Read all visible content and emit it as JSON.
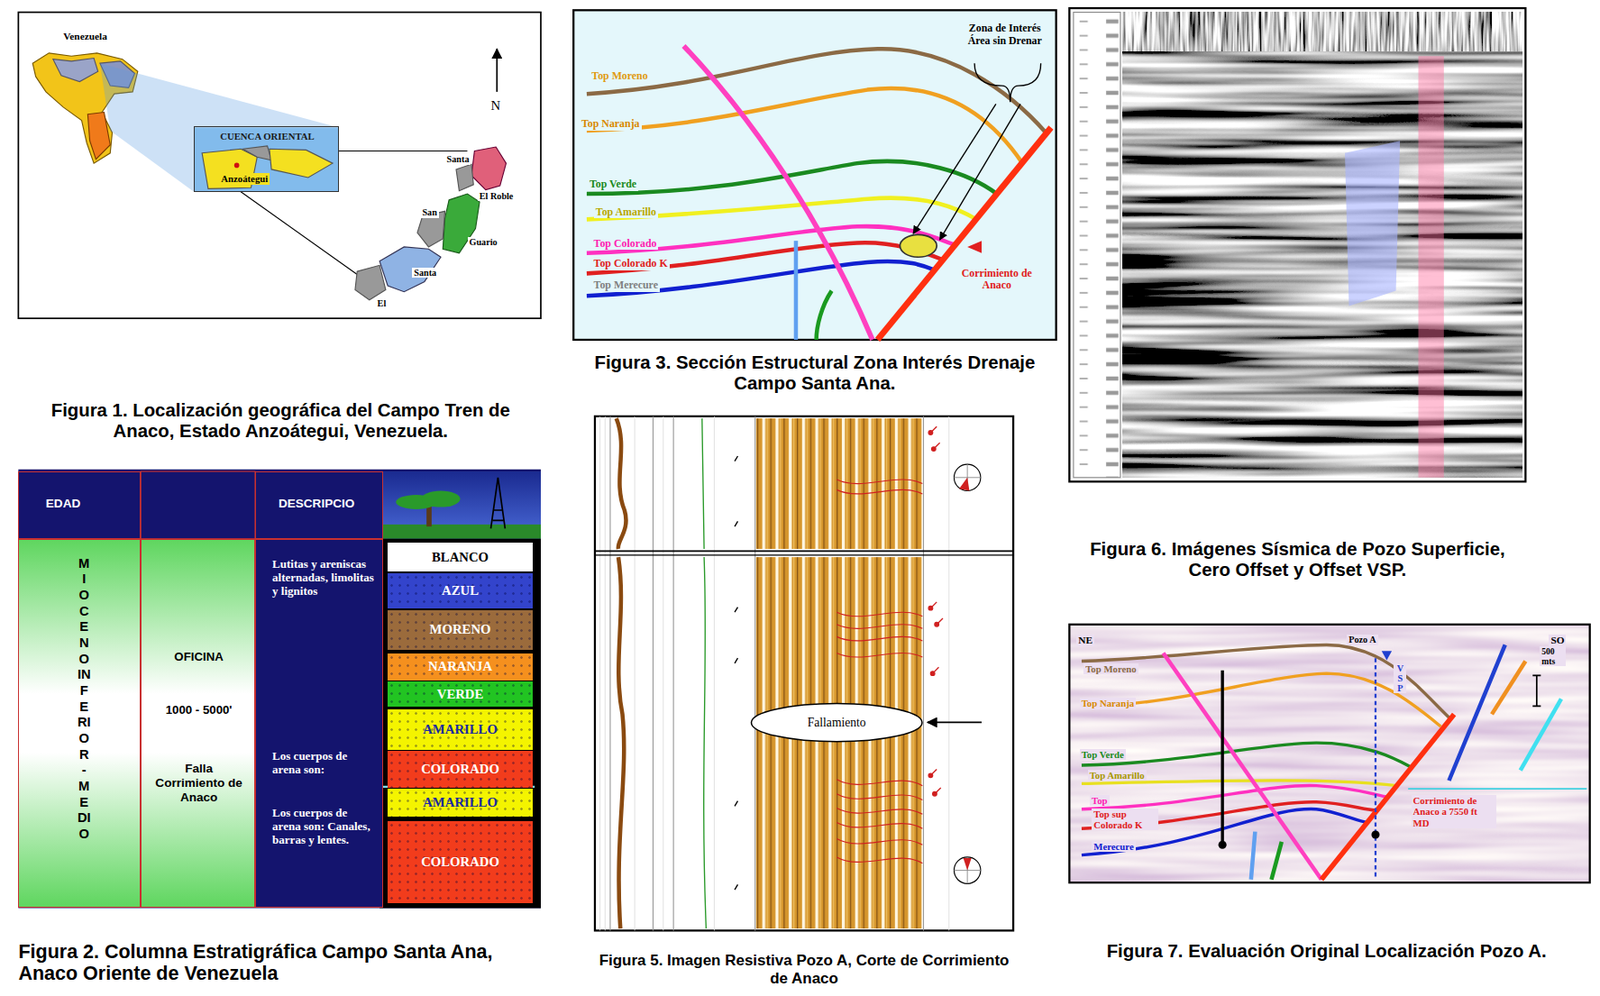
{
  "diagram": {
    "nodes": [
      {
        "text": [
          "CUENCA ORIENTAL",
          "Anzoátegui"
        ]
      },
      {
        "text": [
          "EDAD"
        ]
      },
      {
        "text": [
          "DESCRIPCIO"
        ]
      },
      {
        "text": [
          "MIOCENO INFERIOR - MEDIO"
        ]
      },
      {
        "text": [
          "OFICINA",
          "1000 - 5000'",
          "Falla Corrimiento de Anaco"
        ]
      },
      {
        "text": [
          "Lutitas y areniscas alternadas, limolitas y lignitos",
          "Los cuerpos de arena son:",
          "Los cuerpos de arena son: Canales, barras y lentes."
        ]
      },
      {
        "text": [
          "BLANCO"
        ]
      },
      {
        "text": [
          "AZUL"
        ]
      },
      {
        "text": [
          "MORENO"
        ]
      },
      {
        "text": [
          "NARANJA"
        ]
      },
      {
        "text": [
          "VERDE"
        ]
      },
      {
        "text": [
          "AMARILLO"
        ]
      },
      {
        "text": [
          "COLORADO"
        ]
      },
      {
        "text": [
          "AMARILLO"
        ]
      },
      {
        "text": [
          "COLORADO"
        ]
      },
      {
        "text": [
          "Fallamiento"
        ]
      }
    ],
    "labels": [
      "Venezuela",
      "N",
      "Santa",
      "El Roble",
      "San",
      "Guario",
      "Santa",
      "El",
      "Figura 1. Localización geográfica del Campo Tren de Anaco, Estado Anzoátegui, Venezuela.",
      "Figura 2. Columna Estratigráfica Campo Santa Ana, Anaco Oriente de Venezuela",
      "Zona de Interés Área sin Drenar",
      "Top Moreno",
      "Top Naranja",
      "Top Verde",
      "Top Amarillo",
      "Top Colorado",
      "Top Colorado K",
      "Top Merecure",
      "Corrimiento de Anaco",
      "Figura 3. Sección Estructural Zona Interés Drenaje Campo Santa Ana.",
      "Figura 5. Imagen Resistiva Pozo A, Corte de Corrimiento de Anaco",
      "Figura 6. Imágenes Sísmica de Pozo Superficie, Cero Offset y Offset VSP.",
      "NE",
      "SO",
      "Pozo A",
      "V S P",
      "500 mts",
      "Top Moreno",
      "Top Naranja",
      "Top Verde",
      "Top Amarillo",
      "Top",
      "Top sup Colorado K",
      "Merecure",
      "Corrimiento de Anaco a 7550 ft MD",
      "Figura 7. Evaluación Original Localización Pozo A."
    ]
  }
}
